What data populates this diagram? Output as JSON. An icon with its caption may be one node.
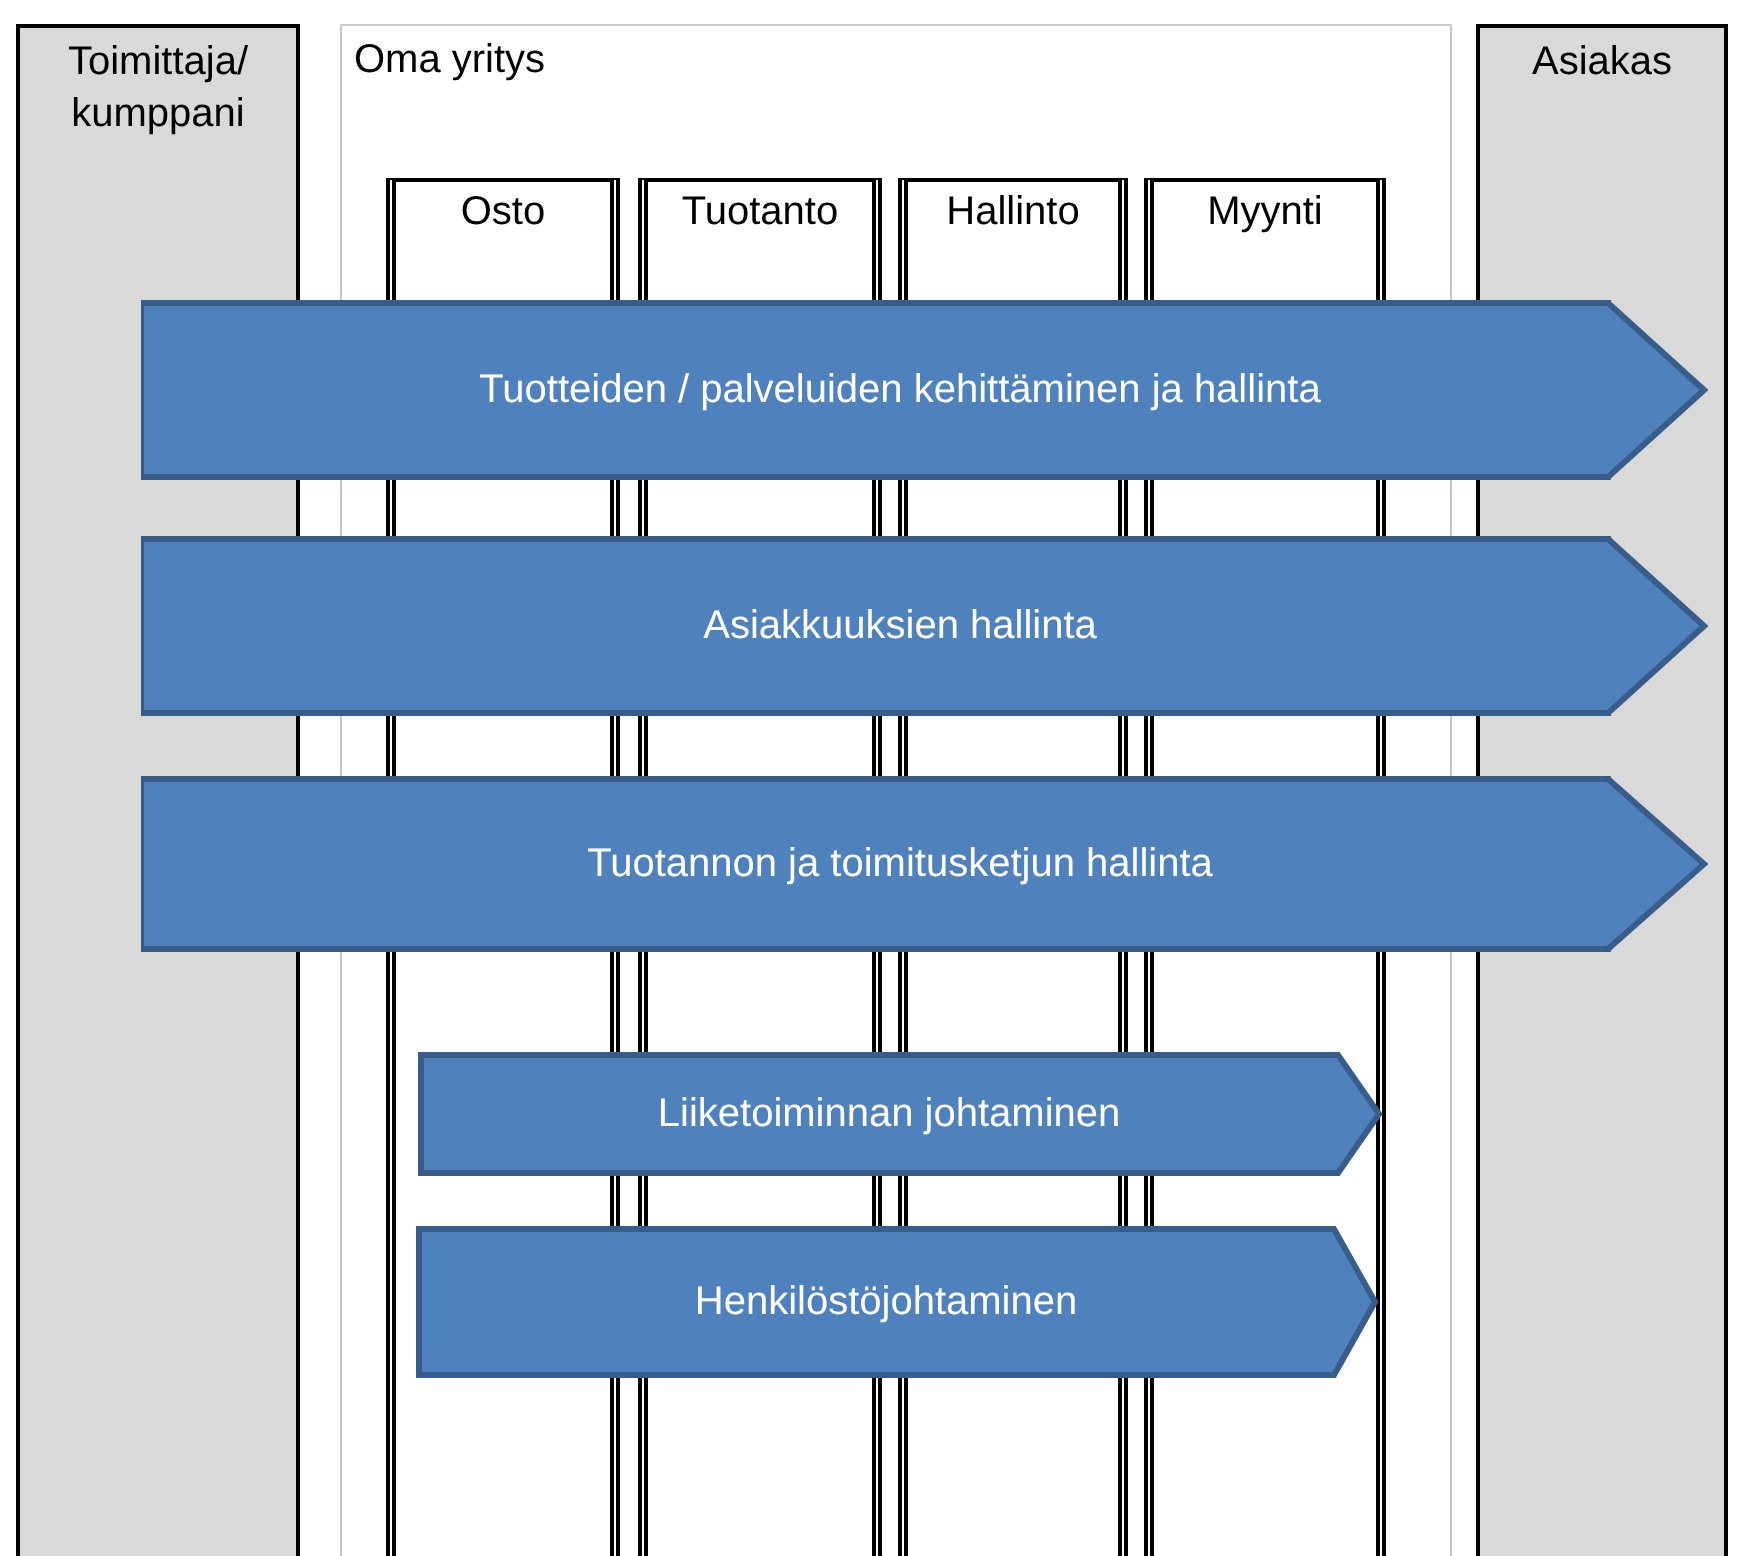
{
  "diagram": {
    "nodes": [
      {
        "text": [
          "Toimittaja/ kumppani"
        ]
      },
      {
        "text": [
          "Oma yritys"
        ]
      },
      {
        "text": [
          "Osto"
        ],
        "in": 1
      },
      {
        "text": [
          "Tuotanto"
        ],
        "in": 1
      },
      {
        "text": [
          "Hallinto"
        ],
        "in": 1
      },
      {
        "text": [
          "Myynti"
        ],
        "in": 1
      },
      {
        "text": [
          "Asiakas"
        ]
      },
      {
        "text": [
          "Liiketoiminnan johtaminen"
        ],
        "in": 1
      },
      {
        "text": [
          "Henkilöstöjohtaminen"
        ],
        "in": 1
      }
    ],
    "edges": [
      {
        "from": 0,
        "to": 6,
        "arrow": "to",
        "label": "Tuotteiden / palveluiden kehittäminen ja hallinta"
      },
      {
        "from": 0,
        "to": 6,
        "arrow": "to",
        "label": "Asiakkuuksien hallinta"
      },
      {
        "from": 0,
        "to": 6,
        "arrow": "to",
        "label": "Tuotannon ja toimitusketjun hallinta"
      }
    ]
  }
}
